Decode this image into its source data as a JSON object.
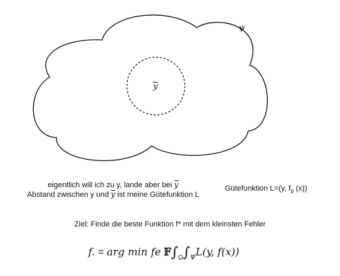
{
  "diagram": {
    "set_label": "ψ",
    "center_label": "y",
    "note_left": {
      "line1_prefix": "eigentlich will ich zu y, lande aber bei ",
      "line1_var": "y",
      "line2_prefix": "Abstand zwischen y und ",
      "line2_var": "y",
      "line2_suffix": " ist meine Gütefunktion L"
    },
    "note_right": {
      "prefix": "Gütefunktion L=(y, f",
      "sub": "p",
      "suffix": " (x))"
    },
    "goal": "Ziel: Finde die beste Funktion f* mit dem kleinsten Fehler",
    "formula": {
      "lhs": "f.",
      "eq": " = ",
      "argmin": "arg min ",
      "fe": "fe",
      "F": "𝔽",
      "int1": "∫",
      "sub1": "Ω",
      "int2": "∫",
      "sub2": "Ψ",
      "body": "L(y, f(x))"
    },
    "colors": {
      "stroke": "#111111",
      "background": "#ffffff"
    }
  }
}
